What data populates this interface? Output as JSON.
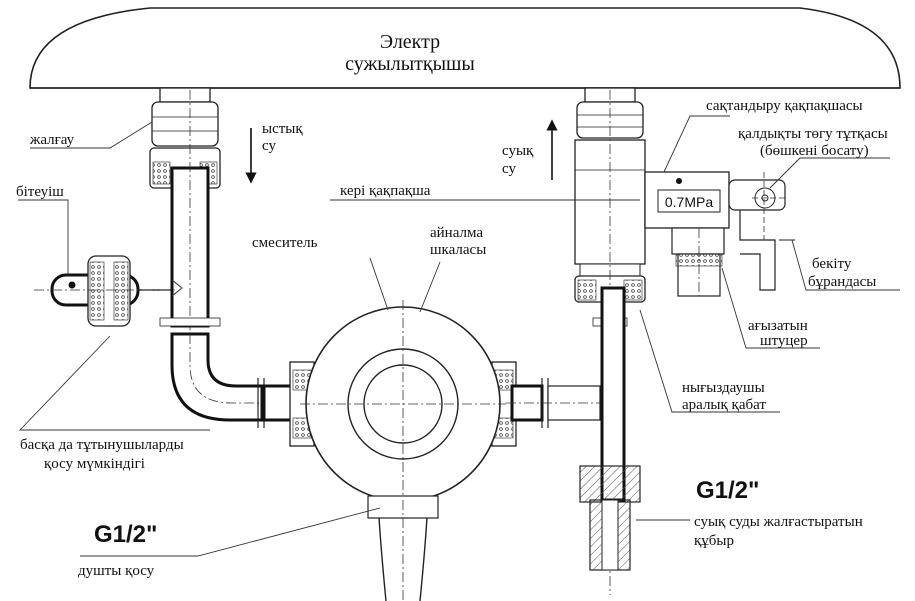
{
  "title": {
    "line1": "Электр",
    "line2": "сужылытқышы"
  },
  "labels": {
    "coupling": "жалғау",
    "plug": "бітеуіш",
    "hot_water_1": "ыстық",
    "hot_water_2": "су",
    "cold_water_1": "суық",
    "cold_water_2": "су",
    "check_valve": "кері қақпақша",
    "mixer": "смеситель",
    "dial_1": "айналма",
    "dial_2": "шкаласы",
    "safety_valve": "сақтандыру қақпақшасы",
    "drain_handle_1": "қалдықты төгу тұтқасы",
    "drain_handle_2": "(бөшкені босату)",
    "pressure_value": "0.7MPa",
    "fix_screw_1": "бекіту",
    "fix_screw_2": "бұрандасы",
    "drain_fitting_1": "ағызатын",
    "drain_fitting_2": "штуцер",
    "gasket_1": "нығыздаушы",
    "gasket_2": "аралық қабат",
    "other_users_1": "басқа да тұтынушыларды",
    "other_users_2": "қосу мүмкіндігі",
    "thread_left": "G1/2\"",
    "shower": "душты қосу",
    "thread_right": "G1/2\"",
    "cold_pipe_1": "суық суды жалғастыратын",
    "cold_pipe_2": "құбыр"
  }
}
